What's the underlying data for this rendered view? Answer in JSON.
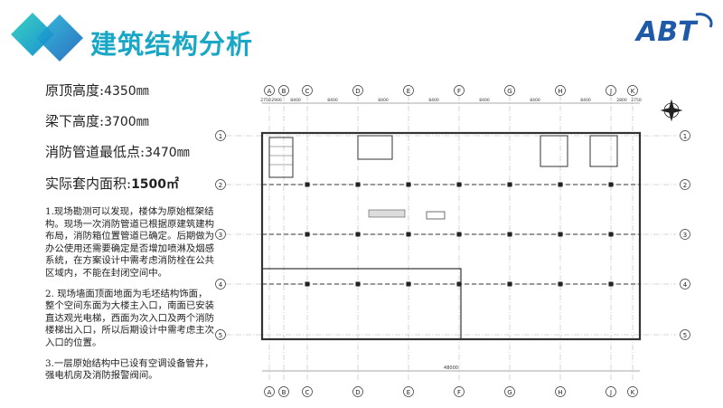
{
  "header": {
    "title": "建筑结构分析",
    "brand": "ABT"
  },
  "stats": [
    {
      "label": "原顶高度:",
      "value": "4350㎜"
    },
    {
      "label": "梁下高度:",
      "value": "3700㎜"
    },
    {
      "label": "消防管道最低点:",
      "value": "3470㎜"
    },
    {
      "label": "实际套内面积:",
      "value": "1500㎡"
    }
  ],
  "notes": [
    "1.现场勘测可以发现，楼体为原始框架结构。现场一次消防管道已根据原建筑建构布局，消防箱位置管道已确定。后期做为办公使用还需要确定是否增加喷淋及烟感系统，在方案设计中需考虑消防栓在公共区域内，不能在封闭空间中。",
    "2. 现场墙面顶面地面为毛坯结构饰面，整个空间东面为大楼主入口，南面已安装直达观光电梯，西面为次入口及两个消防楼梯出入口，所以后期设计中需考虑主次入口的位置。",
    "3.一层原始结构中已设有空调设备管井，强电机房及消防报警阀间。"
  ],
  "colors": {
    "accent": "#1aa7c6",
    "brand": "#1e5aa8",
    "line": "#333333"
  },
  "floor_plan": {
    "column_axes": [
      "A",
      "B",
      "C",
      "D",
      "E",
      "F",
      "G",
      "H",
      "J",
      "K"
    ],
    "row_axes": [
      "1",
      "2",
      "3",
      "4",
      "5"
    ],
    "top_spans": [
      "2750",
      "2900",
      "8400",
      "8400",
      "8400",
      "8400",
      "8400",
      "8400",
      "8400",
      "2800",
      "2750"
    ],
    "overall_width": "48000"
  }
}
